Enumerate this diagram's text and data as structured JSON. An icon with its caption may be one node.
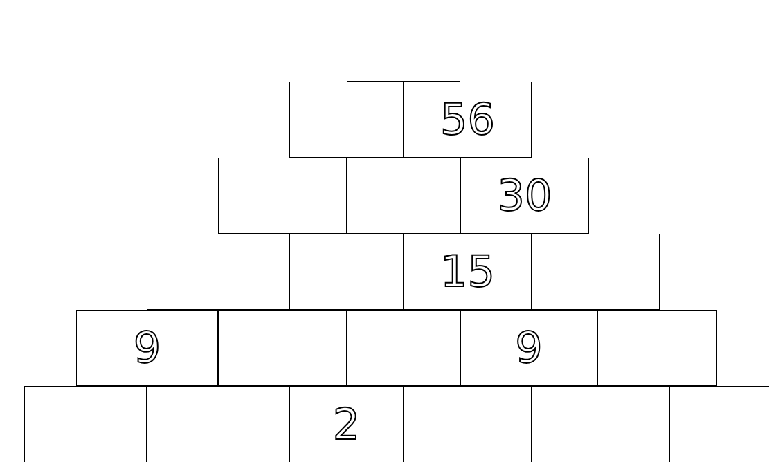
{
  "diagram": {
    "nodes": [
      {
        "text": [],
        "shape": "box"
      },
      {
        "text": [],
        "shape": "box"
      },
      {
        "text": [
          "56"
        ]
      },
      {
        "text": [],
        "shape": "box"
      },
      {
        "text": [],
        "shape": "box"
      },
      {
        "text": [
          "30"
        ]
      },
      {
        "text": [],
        "shape": "box"
      },
      {
        "text": [],
        "shape": "box"
      },
      {
        "text": [
          "15"
        ]
      },
      {
        "text": [],
        "shape": "box"
      },
      {
        "text": [
          "9"
        ]
      },
      {
        "text": [],
        "shape": "box"
      },
      {
        "text": [],
        "shape": "box"
      },
      {
        "text": [
          "9"
        ]
      },
      {
        "text": [],
        "shape": "box"
      },
      {
        "text": [],
        "shape": "box"
      },
      {
        "text": [],
        "shape": "box"
      },
      {
        "text": [
          "2"
        ]
      },
      {
        "text": [],
        "shape": "box"
      },
      {
        "text": [],
        "shape": "box"
      },
      {
        "text": [],
        "shape": "box"
      }
    ]
  }
}
